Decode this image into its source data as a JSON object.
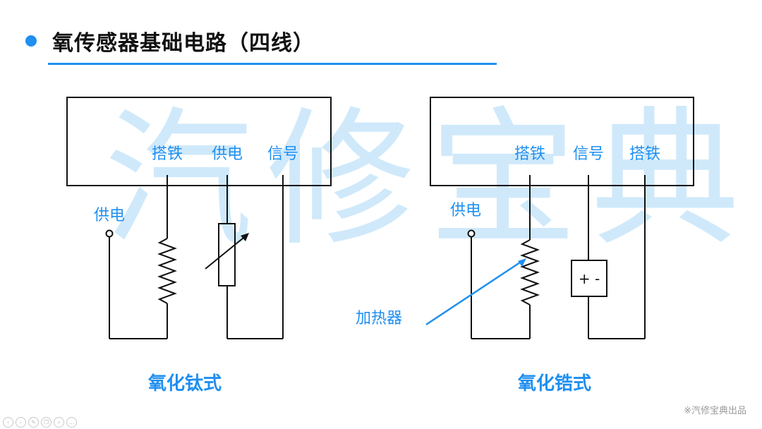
{
  "title": "氧传感器基础电路（四线）",
  "watermark": "汽修宝典",
  "left_circuit": {
    "terminals": [
      "搭铁",
      "供电",
      "信号"
    ],
    "supply_label": "供电",
    "caption": "氧化钛式"
  },
  "right_circuit": {
    "terminals": [
      "搭铁",
      "信号",
      "搭铁"
    ],
    "supply_label": "供电",
    "heater_label": "加热器",
    "source_symbol": "+ -",
    "caption": "氧化锆式"
  },
  "credit": "※汽修宝典出品",
  "accent_color": "#1f8ff0",
  "toolbar_icons": [
    "prev-icon",
    "next-icon",
    "edit-icon",
    "copy-icon",
    "zoom-icon",
    "more-icon"
  ]
}
